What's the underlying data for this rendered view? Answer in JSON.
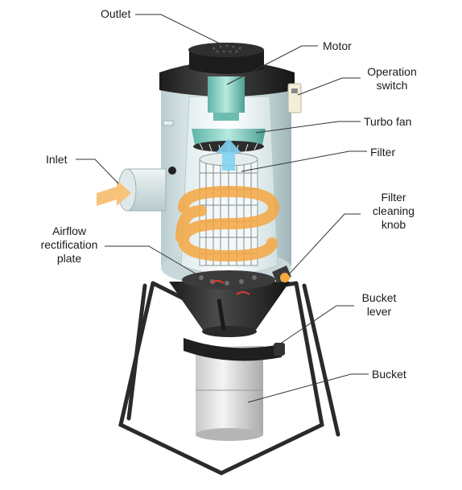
{
  "labels": {
    "outlet": "Outlet",
    "motor": "Motor",
    "operation_switch": "Operation\nswitch",
    "turbo_fan": "Turbo fan",
    "filter": "Filter",
    "inlet": "Inlet",
    "filter_cleaning_knob": "Filter\ncleaning\nknob",
    "airflow_rectification_plate": "Airflow\nrectification\nplate",
    "bucket_lever": "Bucket\nlever",
    "bucket": "Bucket"
  }
}
